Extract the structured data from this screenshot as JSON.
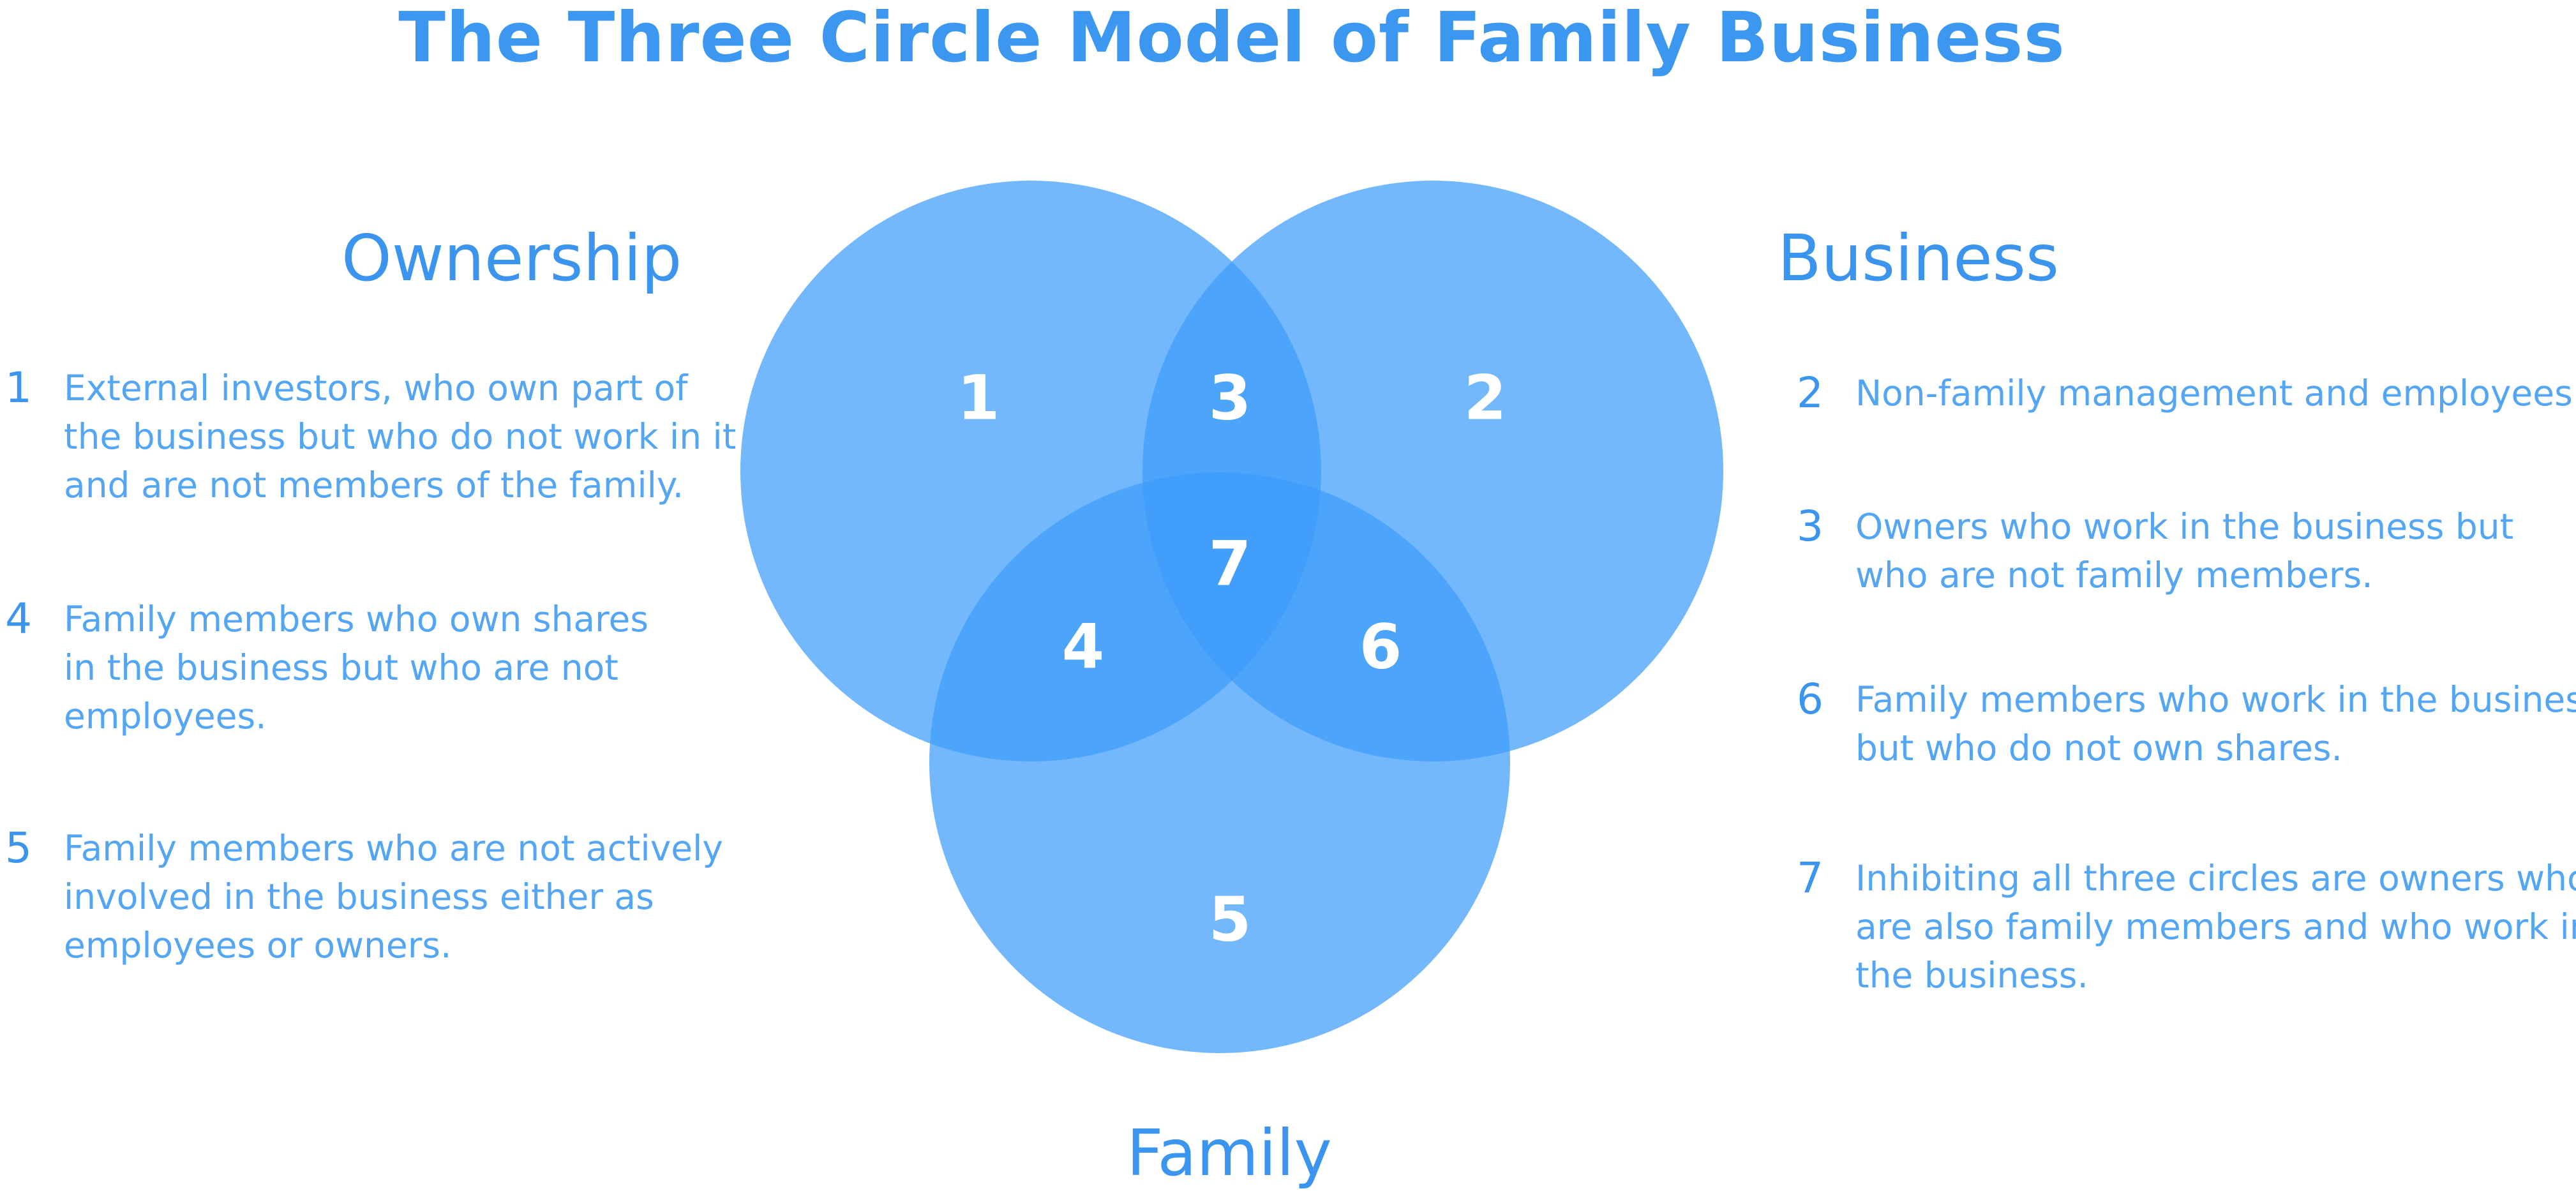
{
  "title": "The Three Circle Model of Family Business",
  "circles": {
    "ownership": "Ownership",
    "business": "Business",
    "family": "Family"
  },
  "regions": {
    "r1": "1",
    "r2": "2",
    "r3": "3",
    "r4": "4",
    "r5": "5",
    "r6": "6",
    "r7": "7"
  },
  "colors": {
    "accent": "#3b95ef",
    "circle_fill": "#3d9cfb"
  },
  "left_descriptions": [
    {
      "number": "1",
      "text": "External investors, who own part of the business but who do not work in it and are not members of the family."
    },
    {
      "number": "4",
      "text": "Family members who own shares in the business but who are not employees."
    },
    {
      "number": "5",
      "text": "Family members who are not actively involved in the business either as employees or owners."
    }
  ],
  "right_descriptions": [
    {
      "number": "2",
      "text": "Non-family management and employees."
    },
    {
      "number": "3",
      "text": "Owners who work in the business but who are not family members."
    },
    {
      "number": "6",
      "text": "Family members who work in the business but who do not own shares."
    },
    {
      "number": "7",
      "text": "Inhibiting all three circles are owners who are also family members and who work in the business."
    }
  ]
}
